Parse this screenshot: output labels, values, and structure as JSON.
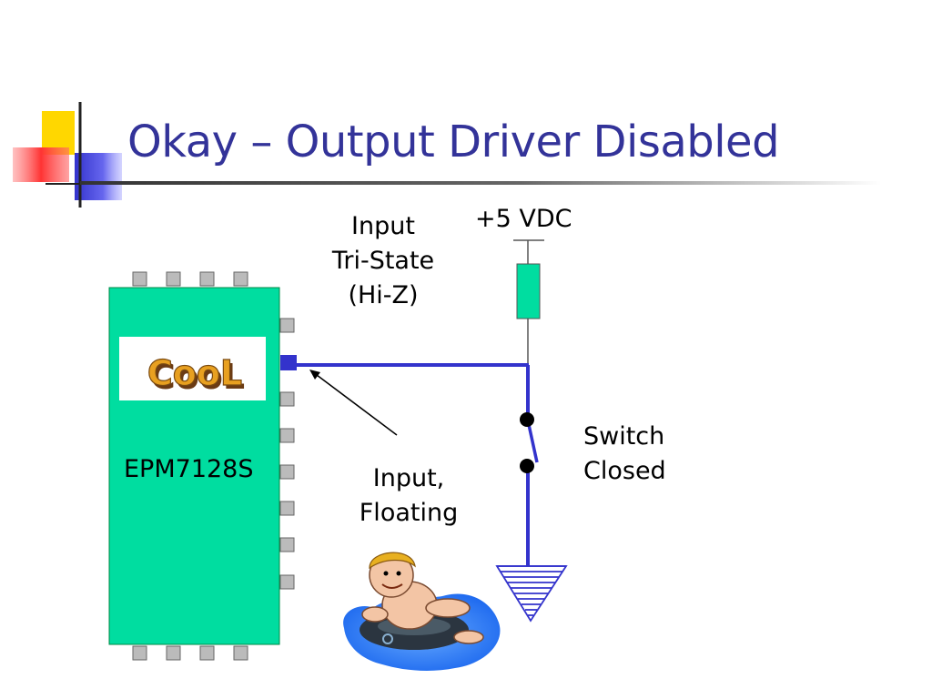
{
  "slide": {
    "title": "Okay – Output Driver Disabled"
  },
  "diagram": {
    "chip_label": "EPM7128S",
    "logo_text": "CooL",
    "supply_label": "+5 VDC",
    "input_tristate": [
      "Input",
      "Tri-State",
      "(Hi-Z)"
    ],
    "input_floating": [
      "Input,",
      "Floating"
    ],
    "switch_label": [
      "Switch",
      "Closed"
    ]
  },
  "colors": {
    "title": "#333399",
    "chip": "#00DDA0",
    "wire": "#3333CC",
    "resistor": "#00DDA0",
    "logo_fill": "#E8A020"
  }
}
